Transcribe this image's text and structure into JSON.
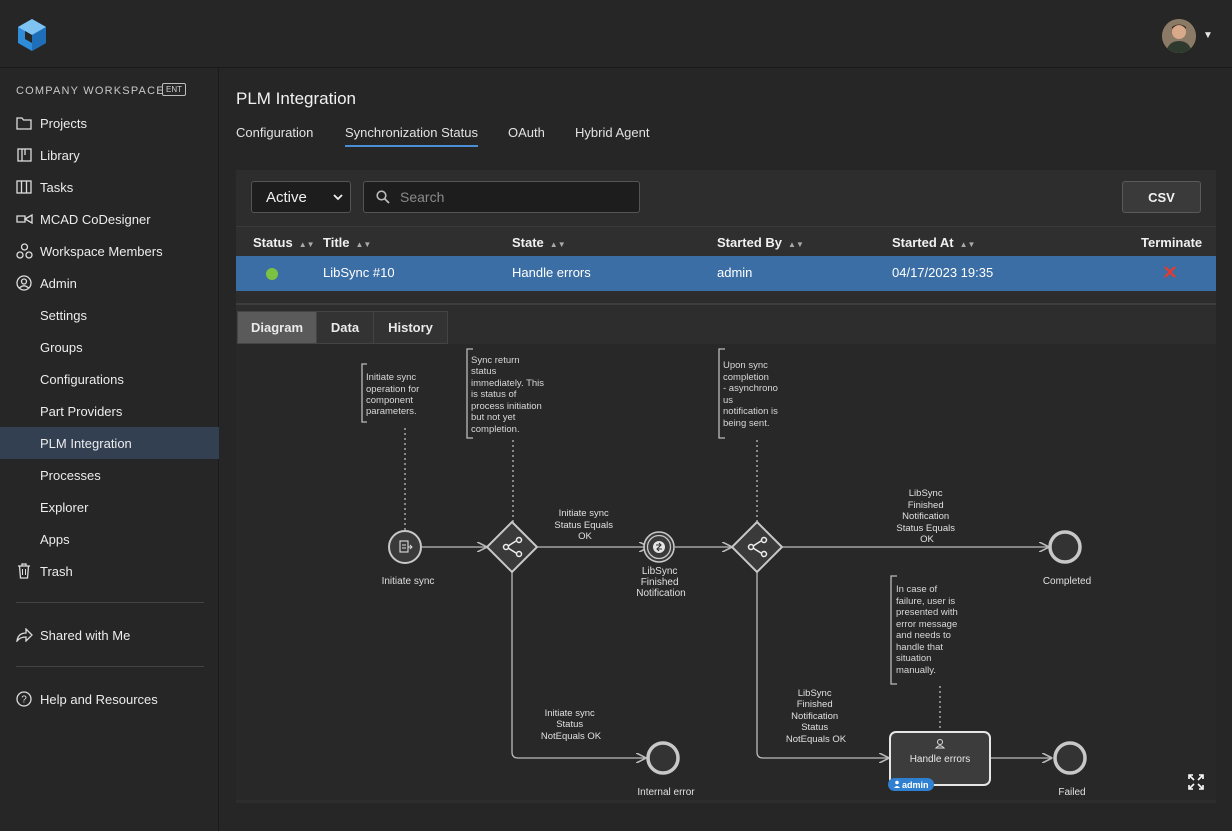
{
  "sidebar": {
    "workspace_label": "COMPANY WORKSPACE",
    "workspace_badge": "ENT",
    "items": [
      {
        "label": "Projects",
        "icon": "folder-icon"
      },
      {
        "label": "Library",
        "icon": "library-icon"
      },
      {
        "label": "Tasks",
        "icon": "tasks-icon"
      },
      {
        "label": "MCAD CoDesigner",
        "icon": "codesigner-icon"
      },
      {
        "label": "Workspace Members",
        "icon": "members-icon"
      },
      {
        "label": "Admin",
        "icon": "user-circle-icon"
      },
      {
        "label": "Settings"
      },
      {
        "label": "Groups"
      },
      {
        "label": "Configurations"
      },
      {
        "label": "Part Providers"
      },
      {
        "label": "PLM Integration"
      },
      {
        "label": "Processes"
      },
      {
        "label": "Explorer"
      },
      {
        "label": "Apps"
      },
      {
        "label": "Trash",
        "icon": "trash-icon"
      }
    ],
    "shared": "Shared with Me",
    "help": "Help and Resources",
    "active_item": "PLM Integration"
  },
  "page": {
    "title": "PLM Integration",
    "tabs": [
      "Configuration",
      "Synchronization Status",
      "OAuth",
      "Hybrid Agent"
    ],
    "active_tab": "Synchronization Status"
  },
  "toolbar": {
    "filter_value": "Active",
    "search_placeholder": "Search",
    "csv_label": "CSV"
  },
  "table": {
    "columns": [
      "Status",
      "Title",
      "State",
      "Started By",
      "Started At",
      "Terminate"
    ],
    "rows": [
      {
        "status": "green",
        "title": "LibSync #10",
        "state": "Handle errors",
        "started_by": "admin",
        "started_at": "04/17/2023 19:35"
      }
    ]
  },
  "detail_tabs": [
    "Diagram",
    "Data",
    "History"
  ],
  "active_detail_tab": "Diagram",
  "diagram": {
    "annotations": {
      "a1": [
        "Initiate sync",
        "operation for",
        "component",
        "parameters."
      ],
      "a2": [
        "Sync return",
        "status",
        "immediately. This",
        "is status of",
        "process initiation",
        "but not yet",
        "completion."
      ],
      "a3": [
        "Upon sync",
        "completion",
        "- asynchrono",
        "us",
        "notification is",
        "being sent."
      ],
      "a4": [
        "In case of",
        "failure, user is",
        "presented with",
        "error message",
        "and needs to",
        "handle that",
        "situation",
        "manually."
      ]
    },
    "nodes": {
      "start": "Initiate sync",
      "notify": [
        "LibSync",
        "Finished",
        "Notification"
      ],
      "completed": "Completed",
      "internal_error": "Internal error",
      "handle_errors": "Handle errors",
      "handle_assignee": "admin",
      "failed": "Failed"
    },
    "edges": {
      "ok1": [
        "Initiate sync",
        "Status Equals",
        "OK"
      ],
      "notok1": [
        "Initiate sync",
        "Status",
        "NotEquals OK"
      ],
      "ok2": [
        "LibSync",
        "Finished",
        "Notification",
        "Status Equals",
        "OK"
      ],
      "notok2": [
        "LibSync",
        "Finished",
        "Notification",
        "Status",
        "NotEquals OK"
      ]
    }
  },
  "colors": {
    "accent": "#4a8fd6",
    "selected_row": "#3a6ea5",
    "status_active": "#7cc242",
    "terminate": "#e03c31",
    "active_nav": "#334052"
  }
}
